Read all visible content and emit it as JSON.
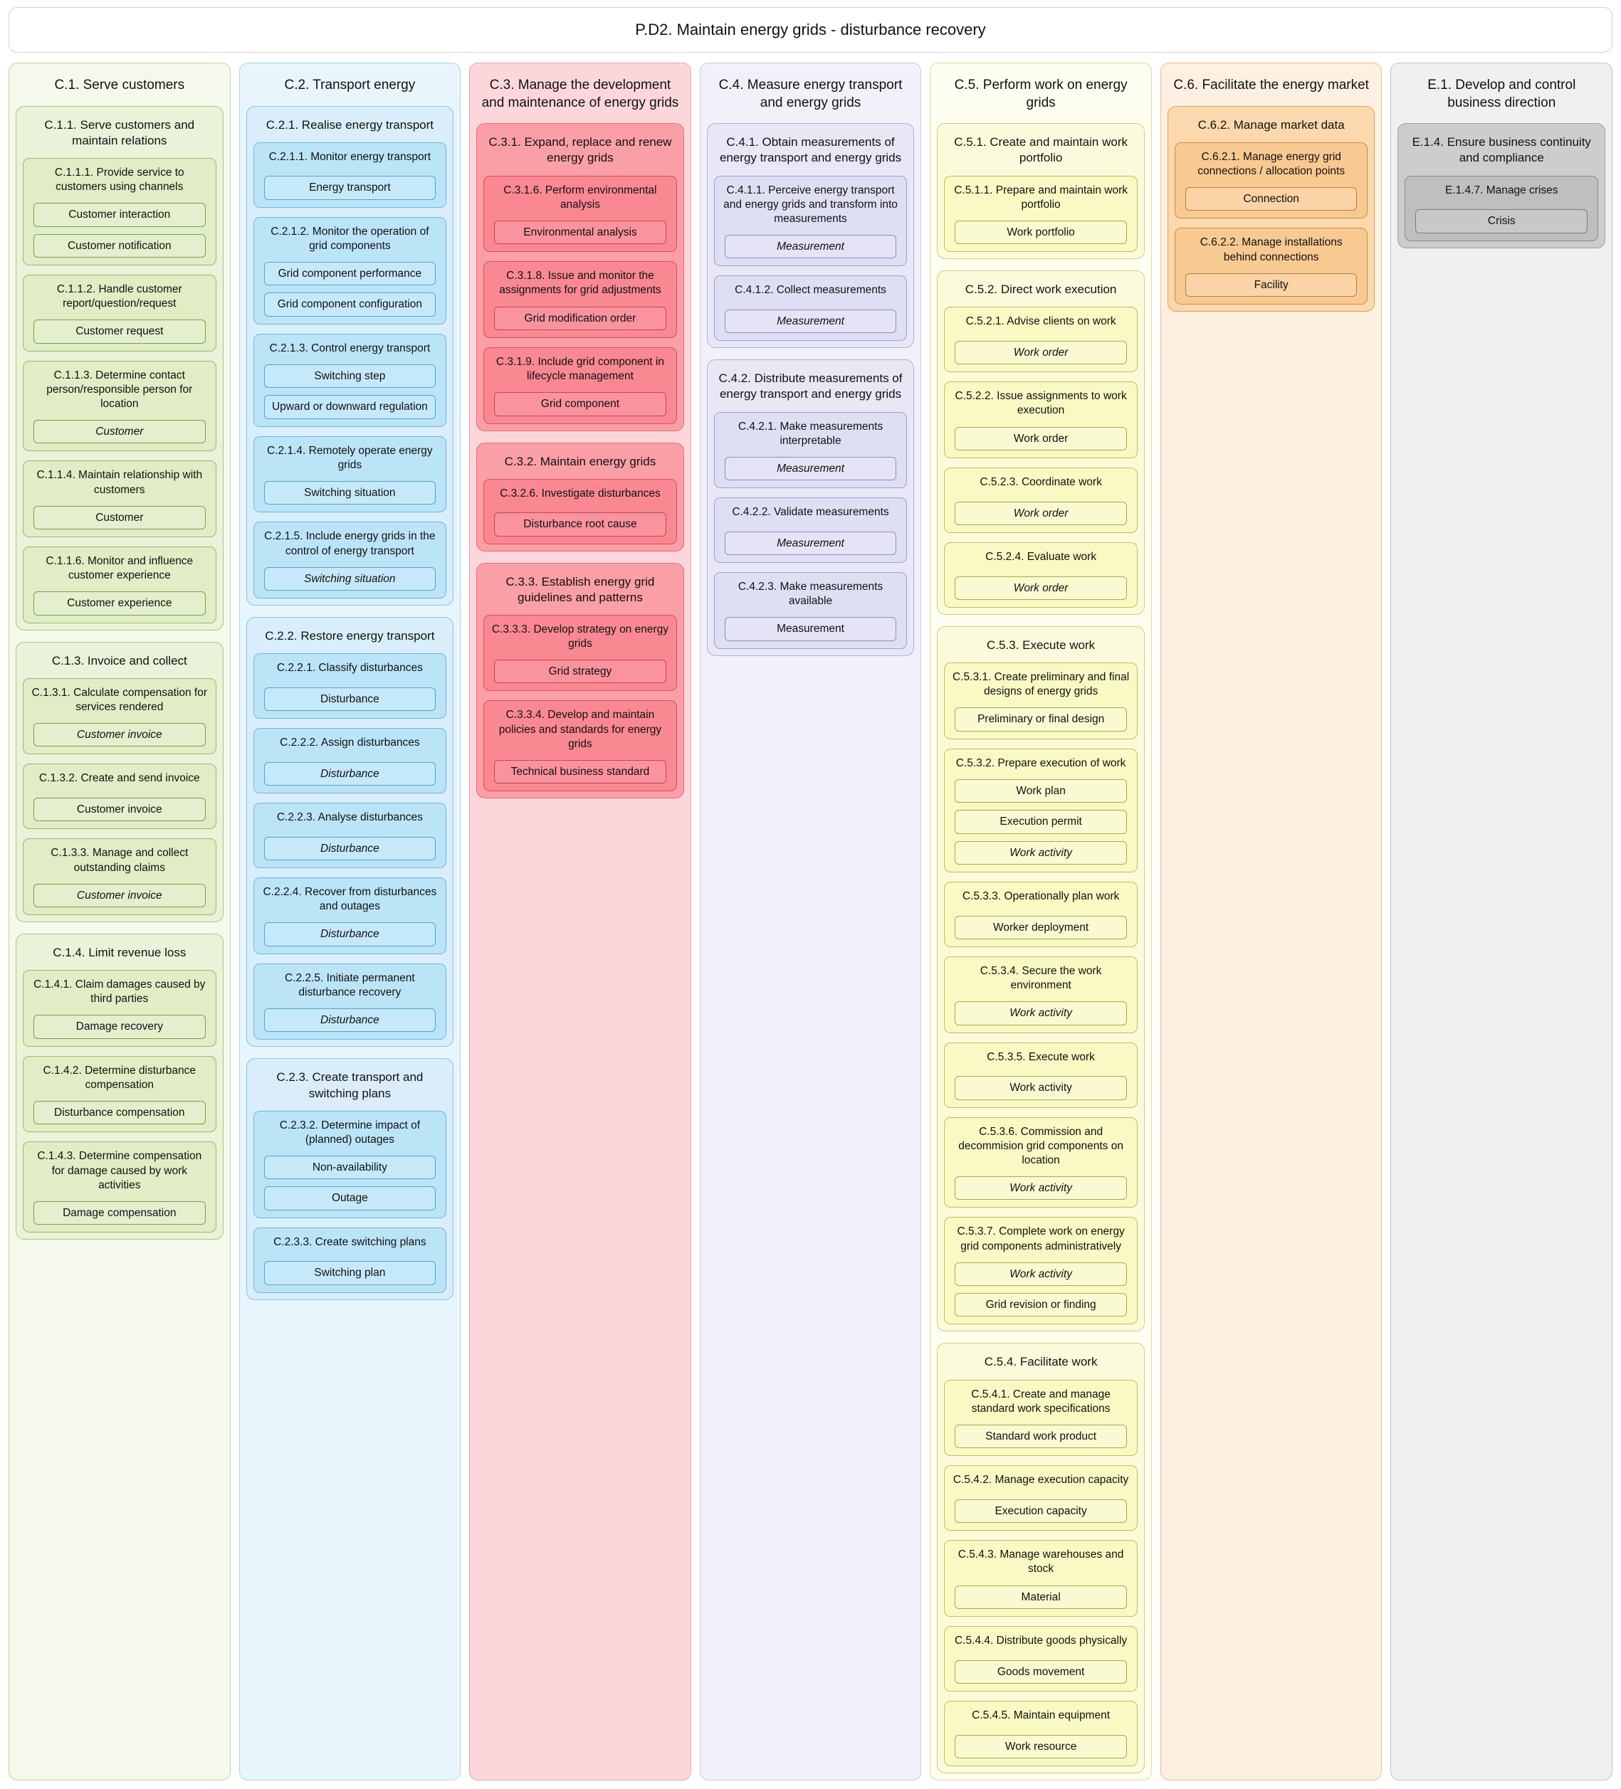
{
  "title": "P.D2. Maintain energy grids - disturbance recovery",
  "columns": [
    {
      "title": "C.1. Serve customers",
      "colors": {
        "column_bg": "#f5f9ec",
        "column_border": "#c2d49b",
        "group_bg": "#eaf2d9",
        "group_border": "#aec680",
        "process_bg": "#e0edc5",
        "process_border": "#9cb86a",
        "item_bg": "#e4efcd",
        "item_border": "#7f9e4d"
      },
      "groups": [
        {
          "title": "C.1.1. Serve customers and maintain relations",
          "processes": [
            {
              "title": "C.1.1.1. Provide service to customers using channels",
              "items": [
                {
                  "label": "Customer interaction",
                  "italic": false
                },
                {
                  "label": "Customer notification",
                  "italic": false
                }
              ]
            },
            {
              "title": "C.1.1.2. Handle customer report/question/request",
              "items": [
                {
                  "label": "Customer request",
                  "italic": false
                }
              ]
            },
            {
              "title": "C.1.1.3. Determine contact person/responsible person for location",
              "items": [
                {
                  "label": "Customer",
                  "italic": true
                }
              ]
            },
            {
              "title": "C.1.1.4. Maintain relationship with customers",
              "items": [
                {
                  "label": "Customer",
                  "italic": false
                }
              ]
            },
            {
              "title": "C.1.1.6. Monitor and influence customer experience",
              "items": [
                {
                  "label": "Customer experience",
                  "italic": false
                }
              ]
            }
          ]
        },
        {
          "title": "C.1.3. Invoice and collect",
          "processes": [
            {
              "title": "C.1.3.1. Calculate compensation for services rendered",
              "items": [
                {
                  "label": "Customer invoice",
                  "italic": true
                }
              ]
            },
            {
              "title": "C.1.3.2. Create and send invoice",
              "items": [
                {
                  "label": "Customer invoice",
                  "italic": false
                }
              ]
            },
            {
              "title": "C.1.3.3. Manage and collect outstanding claims",
              "items": [
                {
                  "label": "Customer invoice",
                  "italic": true
                }
              ]
            }
          ]
        },
        {
          "title": "C.1.4. Limit revenue loss",
          "processes": [
            {
              "title": "C.1.4.1. Claim damages caused by third parties",
              "items": [
                {
                  "label": "Damage recovery",
                  "italic": false
                }
              ]
            },
            {
              "title": "C.1.4.2. Determine disturbance compensation",
              "items": [
                {
                  "label": "Disturbance compensation",
                  "italic": false
                }
              ]
            },
            {
              "title": "C.1.4.3. Determine compensation for damage caused by work activities",
              "items": [
                {
                  "label": "Damage compensation",
                  "italic": false
                }
              ]
            }
          ]
        }
      ]
    },
    {
      "title": "C.2. Transport energy",
      "colors": {
        "column_bg": "#e9f5fc",
        "column_border": "#a8d8ef",
        "group_bg": "#d9eefa",
        "group_border": "#85c6e8",
        "process_bg": "#bce4f7",
        "process_border": "#6cb8dd",
        "item_bg": "#c6e9f9",
        "item_border": "#55a3cc"
      },
      "groups": [
        {
          "title": "C.2.1. Realise energy transport",
          "processes": [
            {
              "title": "C.2.1.1. Monitor energy transport",
              "items": [
                {
                  "label": "Energy transport",
                  "italic": false
                }
              ]
            },
            {
              "title": "C.2.1.2. Monitor the operation of grid components",
              "items": [
                {
                  "label": "Grid component performance",
                  "italic": false
                },
                {
                  "label": "Grid component configuration",
                  "italic": false
                }
              ]
            },
            {
              "title": "C.2.1.3. Control energy transport",
              "items": [
                {
                  "label": "Switching step",
                  "italic": false
                },
                {
                  "label": "Upward or downward regulation",
                  "italic": false
                }
              ]
            },
            {
              "title": "C.2.1.4. Remotely operate energy grids",
              "items": [
                {
                  "label": "Switching situation",
                  "italic": false
                }
              ]
            },
            {
              "title": "C.2.1.5. Include energy grids in the control of energy transport",
              "items": [
                {
                  "label": "Switching situation",
                  "italic": true
                }
              ]
            }
          ]
        },
        {
          "title": "C.2.2. Restore energy transport",
          "processes": [
            {
              "title": "C.2.2.1. Classify disturbances",
              "items": [
                {
                  "label": "Disturbance",
                  "italic": false
                }
              ]
            },
            {
              "title": "C.2.2.2. Assign disturbances",
              "items": [
                {
                  "label": "Disturbance",
                  "italic": true
                }
              ]
            },
            {
              "title": "C.2.2.3. Analyse disturbances",
              "items": [
                {
                  "label": "Disturbance",
                  "italic": true
                }
              ]
            },
            {
              "title": "C.2.2.4. Recover from disturbances and outages",
              "items": [
                {
                  "label": "Disturbance",
                  "italic": true
                }
              ]
            },
            {
              "title": "C.2.2.5. Initiate permanent disturbance recovery",
              "items": [
                {
                  "label": "Disturbance",
                  "italic": true
                }
              ]
            }
          ]
        },
        {
          "title": "C.2.3. Create transport and switching plans",
          "processes": [
            {
              "title": "C.2.3.2. Determine impact of (planned) outages",
              "items": [
                {
                  "label": "Non-availability",
                  "italic": false
                },
                {
                  "label": "Outage",
                  "italic": false
                }
              ]
            },
            {
              "title": "C.2.3.3. Create switching plans",
              "items": [
                {
                  "label": "Switching plan",
                  "italic": false
                }
              ]
            }
          ]
        }
      ]
    },
    {
      "title": "C.3. Manage the development and maintenance of energy grids",
      "colors": {
        "column_bg": "#fbd7dc",
        "column_border": "#f2a0a9",
        "group_bg": "#fb9fa7",
        "group_border": "#e96c77",
        "process_bg": "#f98893",
        "process_border": "#d5505c",
        "item_bg": "#fa939d",
        "item_border": "#bf4a55"
      },
      "groups": [
        {
          "title": "C.3.1. Expand, replace and renew energy grids",
          "processes": [
            {
              "title": "C.3.1.6. Perform environmental analysis",
              "items": [
                {
                  "label": "Environmental analysis",
                  "italic": false
                }
              ]
            },
            {
              "title": "C.3.1.8. Issue and monitor the assignments for grid adjustments",
              "items": [
                {
                  "label": "Grid modification order",
                  "italic": false
                }
              ]
            },
            {
              "title": "C.3.1.9. Include grid component in lifecycle management",
              "items": [
                {
                  "label": "Grid component",
                  "italic": false
                }
              ]
            }
          ]
        },
        {
          "title": "C.3.2. Maintain energy grids",
          "processes": [
            {
              "title": "C.3.2.6. Investigate disturbances",
              "items": [
                {
                  "label": "Disturbance root cause",
                  "italic": false
                }
              ]
            }
          ]
        },
        {
          "title": "C.3.3. Establish energy grid guidelines and patterns",
          "processes": [
            {
              "title": "C.3.3.3. Develop strategy on energy grids",
              "items": [
                {
                  "label": "Grid strategy",
                  "italic": false
                }
              ]
            },
            {
              "title": "C.3.3.4. Develop and maintain policies and standards for energy grids",
              "items": [
                {
                  "label": "Technical business standard",
                  "italic": false
                }
              ]
            }
          ]
        }
      ]
    },
    {
      "title": "C.4. Measure energy transport and energy grids",
      "colors": {
        "column_bg": "#f1f1fa",
        "column_border": "#c9c9e6",
        "group_bg": "#e7e7f6",
        "group_border": "#b0b0dc",
        "process_bg": "#dfdff3",
        "process_border": "#9f9fd2",
        "item_bg": "#e4e4f6",
        "item_border": "#8d8dc4"
      },
      "groups": [
        {
          "title": "C.4.1. Obtain measurements of energy transport and energy grids",
          "processes": [
            {
              "title": "C.4.1.1. Perceive energy transport and energy grids and transform into measurements",
              "items": [
                {
                  "label": "Measurement",
                  "italic": true
                }
              ]
            },
            {
              "title": "C.4.1.2. Collect measurements",
              "items": [
                {
                  "label": "Measurement",
                  "italic": true
                }
              ]
            }
          ]
        },
        {
          "title": "C.4.2. Distribute measurements of energy transport and energy grids",
          "processes": [
            {
              "title": "C.4.2.1. Make measurements interpretable",
              "items": [
                {
                  "label": "Measurement",
                  "italic": true
                }
              ]
            },
            {
              "title": "C.4.2.2. Validate measurements",
              "items": [
                {
                  "label": "Measurement",
                  "italic": true
                }
              ]
            },
            {
              "title": "C.4.2.3. Make measurements available",
              "items": [
                {
                  "label": "Measurement",
                  "italic": false
                }
              ]
            }
          ]
        }
      ]
    },
    {
      "title": "C.5. Perform work on energy grids",
      "colors": {
        "column_bg": "#fdfdf0",
        "column_border": "#dddd9d",
        "group_bg": "#fbfbdc",
        "group_border": "#cfcf7f",
        "process_bg": "#f9f9c4",
        "process_border": "#bfbf5f",
        "item_bg": "#fafad2",
        "item_border": "#a8a84f"
      },
      "groups": [
        {
          "title": "C.5.1. Create and maintain work portfolio",
          "processes": [
            {
              "title": "C.5.1.1. Prepare and maintain work portfolio",
              "items": [
                {
                  "label": "Work portfolio",
                  "italic": false
                }
              ]
            }
          ]
        },
        {
          "title": "C.5.2. Direct work execution",
          "processes": [
            {
              "title": "C.5.2.1. Advise clients on work",
              "items": [
                {
                  "label": "Work order",
                  "italic": true
                }
              ]
            },
            {
              "title": "C.5.2.2. Issue assignments to work execution",
              "items": [
                {
                  "label": "Work order",
                  "italic": false
                }
              ]
            },
            {
              "title": "C.5.2.3. Coordinate work",
              "items": [
                {
                  "label": "Work order",
                  "italic": true
                }
              ]
            },
            {
              "title": "C.5.2.4. Evaluate work",
              "items": [
                {
                  "label": "Work order",
                  "italic": true
                }
              ]
            }
          ]
        },
        {
          "title": "C.5.3. Execute work",
          "processes": [
            {
              "title": "C.5.3.1. Create preliminary and final designs of energy grids",
              "items": [
                {
                  "label": "Preliminary or final design",
                  "italic": false
                }
              ]
            },
            {
              "title": "C.5.3.2. Prepare execution of work",
              "items": [
                {
                  "label": "Work plan",
                  "italic": false
                },
                {
                  "label": "Execution permit",
                  "italic": false
                },
                {
                  "label": "Work activity",
                  "italic": true
                }
              ]
            },
            {
              "title": "C.5.3.3. Operationally plan work",
              "items": [
                {
                  "label": "Worker deployment",
                  "italic": false
                }
              ]
            },
            {
              "title": "C.5.3.4. Secure the work environment",
              "items": [
                {
                  "label": "Work activity",
                  "italic": true
                }
              ]
            },
            {
              "title": "C.5.3.5. Execute work",
              "items": [
                {
                  "label": "Work activity",
                  "italic": false
                }
              ]
            },
            {
              "title": "C.5.3.6. Commission and decommision grid components on location",
              "items": [
                {
                  "label": "Work activity",
                  "italic": true
                }
              ]
            },
            {
              "title": "C.5.3.7. Complete work on energy grid components administratively",
              "items": [
                {
                  "label": "Work activity",
                  "italic": true
                },
                {
                  "label": "Grid revision or finding",
                  "italic": false
                }
              ]
            }
          ]
        },
        {
          "title": "C.5.4. Facilitate work",
          "processes": [
            {
              "title": "C.5.4.1. Create and manage standard work specifications",
              "items": [
                {
                  "label": "Standard work product",
                  "italic": false
                }
              ]
            },
            {
              "title": "C.5.4.2. Manage execution capacity",
              "items": [
                {
                  "label": "Execution capacity",
                  "italic": false
                }
              ]
            },
            {
              "title": "C.5.4.3. Manage warehouses and stock",
              "items": [
                {
                  "label": "Material",
                  "italic": false
                }
              ]
            },
            {
              "title": "C.5.4.4. Distribute goods physically",
              "items": [
                {
                  "label": "Goods movement",
                  "italic": false
                }
              ]
            },
            {
              "title": "C.5.4.5. Maintain equipment",
              "items": [
                {
                  "label": "Work resource",
                  "italic": false
                }
              ]
            }
          ]
        }
      ]
    },
    {
      "title": "C.6. Facilitate the energy market",
      "colors": {
        "column_bg": "#fdf0e2",
        "column_border": "#edbf85",
        "group_bg": "#fbd8ad",
        "group_border": "#e0a055",
        "process_bg": "#f9c992",
        "process_border": "#cc8f40",
        "item_bg": "#fad3a6",
        "item_border": "#ba8038"
      },
      "groups": [
        {
          "title": "C.6.2. Manage market data",
          "processes": [
            {
              "title": "C.6.2.1. Manage energy grid connections / allocation points",
              "items": [
                {
                  "label": "Connection",
                  "italic": false
                }
              ]
            },
            {
              "title": "C.6.2.2. Manage installations behind connections",
              "items": [
                {
                  "label": "Facility",
                  "italic": false
                }
              ]
            }
          ]
        }
      ]
    },
    {
      "title": "E.1. Develop and control business direction",
      "colors": {
        "column_bg": "#f0f0f0",
        "column_border": "#c2c2c2",
        "group_bg": "#cdcdcd",
        "group_border": "#9e9e9e",
        "process_bg": "#bfbfbf",
        "process_border": "#8c8c8c",
        "item_bg": "#c8c8c8",
        "item_border": "#7d7d7d"
      },
      "groups": [
        {
          "title": "E.1.4. Ensure business continuity and compliance",
          "processes": [
            {
              "title": "E.1.4.7. Manage crises",
              "items": [
                {
                  "label": "Crisis",
                  "italic": false
                }
              ]
            }
          ]
        }
      ]
    }
  ]
}
